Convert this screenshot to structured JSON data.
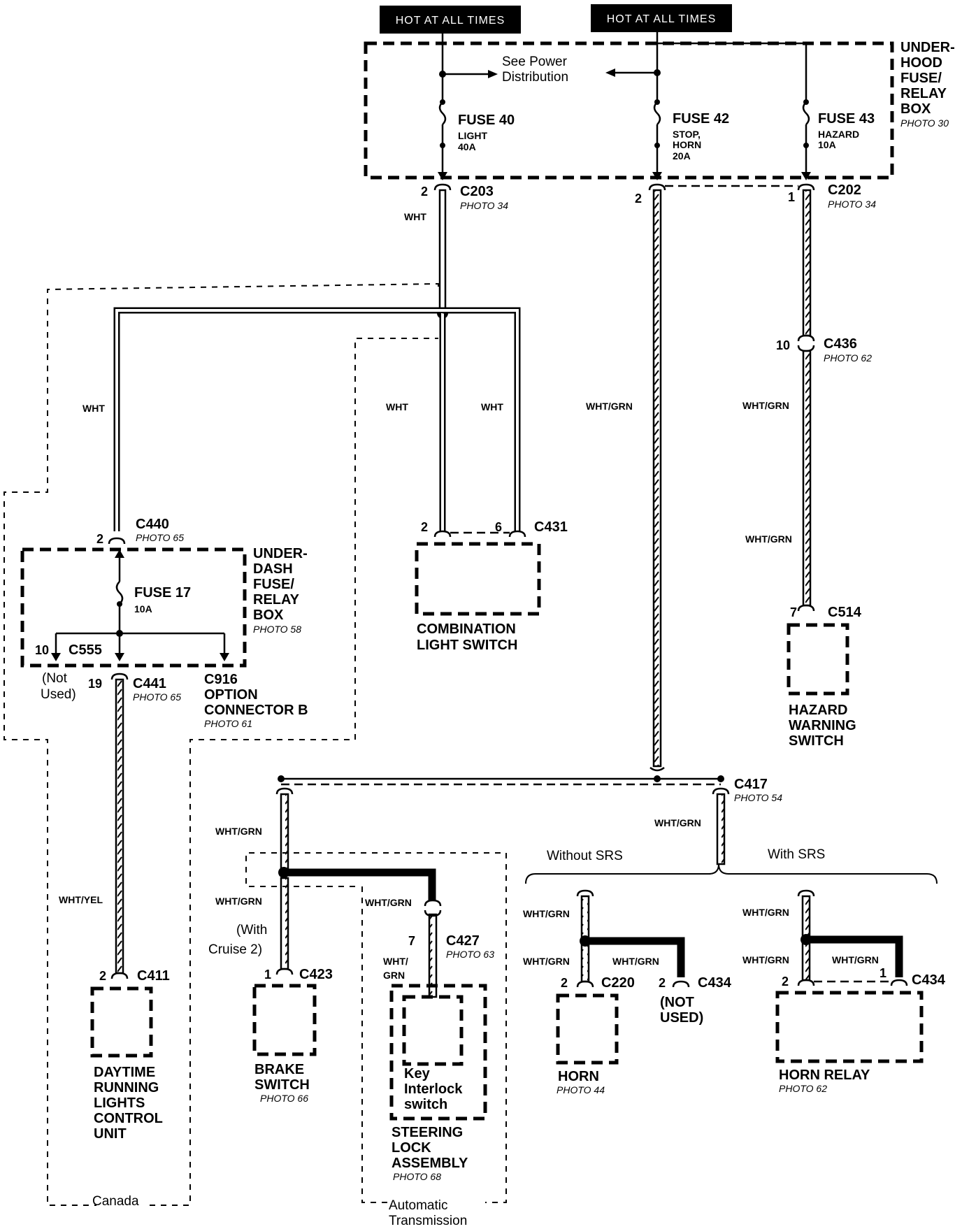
{
  "hot_labels": [
    "HOT AT ALL TIMES",
    "HOT AT ALL TIMES"
  ],
  "underhood_box": {
    "title_lines": [
      "UNDER-",
      "HOOD",
      "FUSE/",
      "RELAY",
      "BOX"
    ],
    "photo": "PHOTO 30",
    "see_power": [
      "See Power",
      "Distribution"
    ],
    "fuses": [
      {
        "name": "FUSE 40",
        "lines": [
          "LIGHT",
          "40A"
        ]
      },
      {
        "name": "FUSE 42",
        "lines": [
          "STOP,",
          "HORN",
          "20A"
        ]
      },
      {
        "name": "FUSE 43",
        "lines": [
          "HAZARD",
          "10A"
        ]
      }
    ]
  },
  "connectors": {
    "c203": {
      "id": "C203",
      "photo": "PHOTO 34",
      "pin": "2"
    },
    "c202": {
      "id": "C202",
      "photo": "PHOTO 34",
      "pin": "1"
    },
    "c202_left_pin": "2",
    "c436": {
      "id": "C436",
      "photo": "PHOTO 62",
      "pin": "10"
    },
    "c514": {
      "id": "C514",
      "pin": "7"
    },
    "c440": {
      "id": "C440",
      "photo": "PHOTO 65",
      "pin": "2"
    },
    "c431": {
      "id": "C431",
      "pins": [
        "2",
        "6"
      ]
    },
    "c555": {
      "id": "C555",
      "pin": "10"
    },
    "c441": {
      "id": "C441",
      "photo": "PHOTO 65",
      "pin": "19"
    },
    "c916": {
      "lines": [
        "C916",
        "OPTION",
        "CONNECTOR B"
      ],
      "photo": "PHOTO 61"
    },
    "c411": {
      "id": "C411",
      "pin": "2"
    },
    "c417": {
      "id": "C417",
      "photo": "PHOTO 54"
    },
    "c423": {
      "id": "C423",
      "pin": "1"
    },
    "c427": {
      "id": "C427",
      "photo": "PHOTO 63",
      "pin": "7"
    },
    "c220": {
      "id": "C220",
      "pin": "2"
    },
    "c434a": {
      "id": "C434",
      "pin": "2"
    },
    "c434b": {
      "id": "C434",
      "pins": [
        "2",
        "1"
      ]
    }
  },
  "underdash_box": {
    "title_lines": [
      "UNDER-",
      "DASH",
      "FUSE/",
      "RELAY",
      "BOX"
    ],
    "photo": "PHOTO 58",
    "fuse": {
      "name": "FUSE 17",
      "rating": "10A"
    }
  },
  "wire_colors": {
    "wht": "WHT",
    "wht_grn": "WHT/GRN",
    "wht_yel": "WHT/YEL",
    "wht_grn_split": [
      "WHT/",
      "GRN"
    ]
  },
  "components": {
    "combination": [
      "COMBINATION",
      "LIGHT SWITCH"
    ],
    "hazard": [
      "HAZARD",
      "WARNING",
      "SWITCH"
    ],
    "drl": [
      "DAYTIME",
      "RUNNING",
      "LIGHTS",
      "CONTROL",
      "UNIT"
    ],
    "brake": {
      "lines": [
        "BRAKE",
        "SWITCH"
      ],
      "photo": "PHOTO 66"
    },
    "key_interlock": [
      "Key",
      "Interlock",
      "switch"
    ],
    "steering": {
      "lines": [
        "STEERING",
        "LOCK",
        "ASSEMBLY"
      ],
      "photo": "PHOTO 68"
    },
    "horn": {
      "name": "HORN",
      "photo": "PHOTO 44"
    },
    "horn_relay": {
      "name": "HORN RELAY",
      "photo": "PHOTO 62"
    }
  },
  "notes": {
    "not_used": [
      "(Not",
      "Used)"
    ],
    "not_used_caps": [
      "(NOT",
      "USED)"
    ],
    "with_cruise": [
      "(With",
      "Cruise 2)"
    ],
    "without_srs": "Without SRS",
    "with_srs": "With SRS",
    "canada": "Canada",
    "automatic": [
      "Automatic",
      "Transmission"
    ]
  }
}
